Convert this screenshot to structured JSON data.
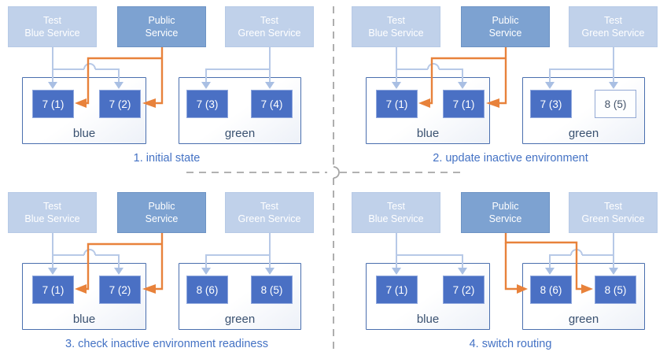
{
  "colors": {
    "public_routing_arrow": "#e8823b",
    "test_routing_arrow": "#b7c9e7",
    "pod_fill": "#4a70c4",
    "test_service_fill": "#c0d1ea",
    "public_service_fill": "#7da2d1",
    "environment_border": "#4a6fae",
    "caption_text": "#4472c4",
    "environment_label_text": "#3a5170",
    "divider": "#a6a6a6"
  },
  "quadrants": [
    {
      "caption": "1. initial state",
      "public_service_routes_to": "blue",
      "services": [
        {
          "line1": "Test",
          "line2": "Blue Service"
        },
        {
          "line1": "Public",
          "line2": "Service"
        },
        {
          "line1": "Test",
          "line2": "Green Service"
        }
      ],
      "environments": [
        {
          "label": "blue",
          "pods": [
            {
              "label": "7 (1)"
            },
            {
              "label": "7 (2)"
            }
          ]
        },
        {
          "label": "green",
          "pods": [
            {
              "label": "7 (3)"
            },
            {
              "label": "7 (4)"
            }
          ]
        }
      ]
    },
    {
      "caption": "2. update inactive environment",
      "public_service_routes_to": "blue",
      "services": [
        {
          "line1": "Test",
          "line2": "Blue Service"
        },
        {
          "line1": "Public",
          "line2": "Service"
        },
        {
          "line1": "Test",
          "line2": "Green Service"
        }
      ],
      "environments": [
        {
          "label": "blue",
          "pods": [
            {
              "label": "7 (1)"
            },
            {
              "label": "7 (1)"
            }
          ]
        },
        {
          "label": "green",
          "pods": [
            {
              "label": "7 (3)"
            },
            {
              "label": "8 (5)",
              "outlined": true
            }
          ]
        }
      ]
    },
    {
      "caption": "3. check inactive environment readiness",
      "public_service_routes_to": "blue",
      "services": [
        {
          "line1": "Test",
          "line2": "Blue Service"
        },
        {
          "line1": "Public",
          "line2": "Service"
        },
        {
          "line1": "Test",
          "line2": "Green Service"
        }
      ],
      "environments": [
        {
          "label": "blue",
          "pods": [
            {
              "label": "7 (1)"
            },
            {
              "label": "7 (2)"
            }
          ]
        },
        {
          "label": "green",
          "pods": [
            {
              "label": "8 (6)"
            },
            {
              "label": "8 (5)"
            }
          ]
        }
      ]
    },
    {
      "caption": "4. switch routing",
      "public_service_routes_to": "green",
      "services": [
        {
          "line1": "Test",
          "line2": "Blue Service"
        },
        {
          "line1": "Public",
          "line2": "Service"
        },
        {
          "line1": "Test",
          "line2": "Green Service"
        }
      ],
      "environments": [
        {
          "label": "blue",
          "pods": [
            {
              "label": "7 (1)"
            },
            {
              "label": "7 (2)"
            }
          ]
        },
        {
          "label": "green",
          "pods": [
            {
              "label": "8 (6)"
            },
            {
              "label": "8 (5)"
            }
          ]
        }
      ]
    }
  ]
}
